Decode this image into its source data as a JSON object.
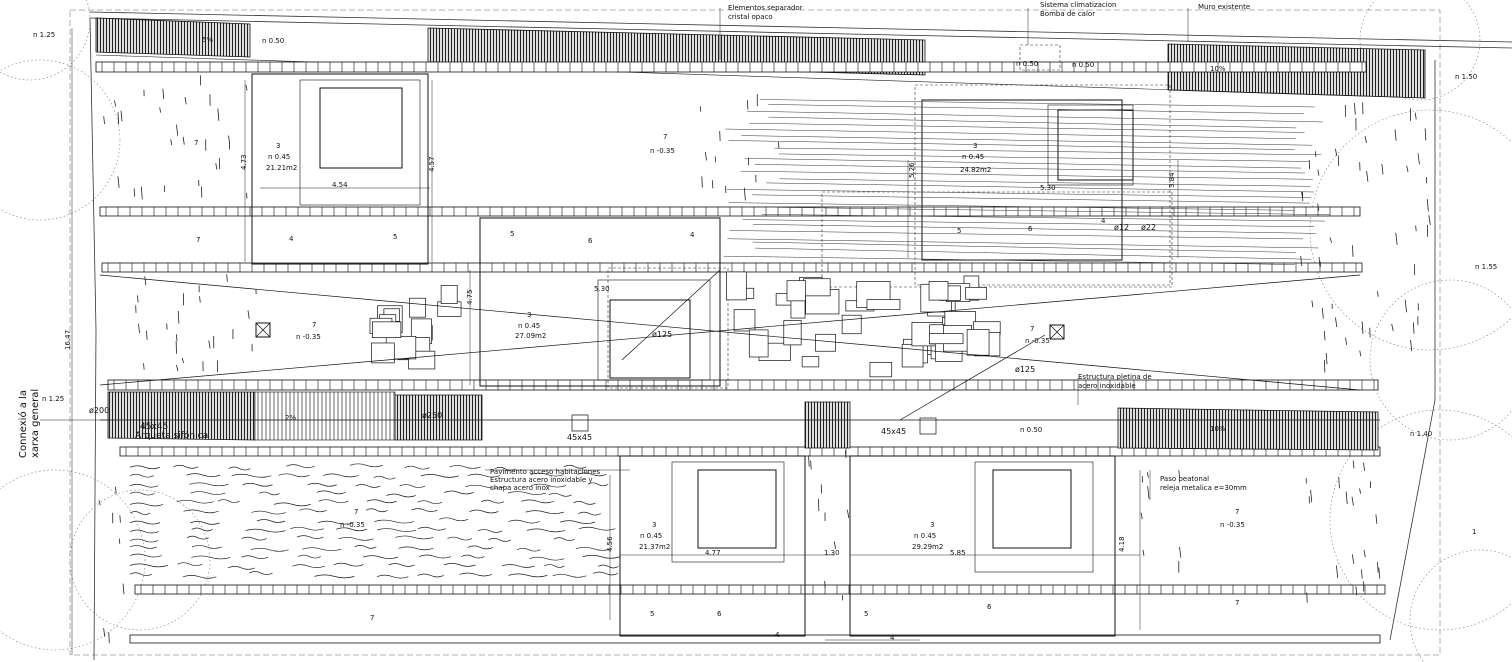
{
  "annotations": {
    "separator": "Elementos separador\ncristal opaco",
    "climate": "Sistema climatizacion\nBomba de calor",
    "wall": "Muro existente",
    "steel_plate": "Estructura pletina de\nacero inoxidable",
    "pavement": "Pavimento acceso habitaciones\nEstructura acero inoxidable y\nchapa acero inox",
    "walkway": "Paso peatonal\nreleja metalica e=30mm",
    "connection": "Connexió a la\nxarxa general",
    "arqueta": "Arqueta sifónica"
  },
  "levels": {
    "n125_top": "n 1.25",
    "n050_a": "n 0.50",
    "n050_b": "n 0.50",
    "n050_c": "n 0.50",
    "n050_d": "n 0.50",
    "n150": "n 1.50",
    "n155": "n 1.55",
    "n125_left": "n 1.25",
    "n140": "n 1.40",
    "n035_a": "n -0.35",
    "n035_b": "n -0.35",
    "n035_c": "n -0.35",
    "n035_d": "n -0.35",
    "n035_e": "n -0.35",
    "n045_a": "n 0.45",
    "n045_b": "n 0.45",
    "n045_c": "n 0.45",
    "n045_d": "n 0.45",
    "n045_e": "n 0.45"
  },
  "slopes": {
    "s5": "5%",
    "s10_top": "10%",
    "s2": "2%",
    "s10_bottom": "10%"
  },
  "areas": {
    "a1": "21.21m2",
    "a2": "24.82m2",
    "a3": "27.09m2",
    "a4": "21.37m2",
    "a5": "29.29m2"
  },
  "rooms": {
    "r3_a": "3",
    "r3_b": "3",
    "r3_c": "3",
    "r3_d": "3",
    "r3_e": "3",
    "r7_a": "7",
    "r7_b": "7",
    "r7_c": "7",
    "r7_d": "7",
    "r7_e": "7",
    "r7_f": "7",
    "r7_g": "7",
    "r7_h": "7",
    "r7_i": "7",
    "r5_a": "5",
    "r5_b": "5",
    "r5_c": "5",
    "r5_d": "5",
    "r5_e": "5",
    "r6_a": "6",
    "r6_b": "6",
    "r6_c": "6",
    "r6_d": "6",
    "r4_a": "4",
    "r4_b": "4",
    "r4_c": "4",
    "r4_d": "4",
    "r4_e": "4",
    "r1": "1"
  },
  "dims": {
    "d454": "4.54",
    "d473": "4.73",
    "d457": "4.57",
    "d526": "5.26",
    "d530": "5.30",
    "d384": "3.84",
    "d530b": "5.30",
    "d475": "4.75",
    "d1647": "16.47",
    "d477": "4.77",
    "d456": "4.56",
    "d585": "5.85",
    "d418": "4.18",
    "d130": "1.30"
  },
  "pipes": {
    "p125a": "ø125",
    "p125b": "ø125",
    "p200": "ø200",
    "p250": "ø250",
    "p12": "ø12",
    "p22": "ø22",
    "box1": "45x45",
    "box2": "45x45",
    "box3": "45x45"
  }
}
